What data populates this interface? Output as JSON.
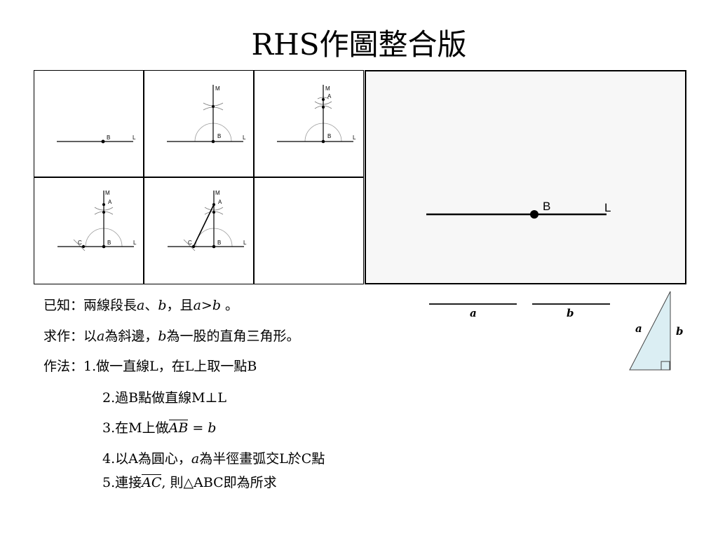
{
  "title": "RHS作圖整合版",
  "steps_diagram": {
    "labels": {
      "B": "B",
      "L": "L",
      "M": "M",
      "A": "A",
      "C": "C"
    }
  },
  "given": {
    "label": "已知：",
    "text1": "兩線段長",
    "a": "a",
    "sep": "、",
    "b": "b",
    "text2": "，且",
    "gt": ">",
    "end": " 。"
  },
  "construct": {
    "label": "求作：",
    "text1": "以",
    "a": "a",
    "text2": "為斜邊，",
    "b": "b",
    "text3": "為一股的直角三角形。"
  },
  "method": {
    "label": "作法：",
    "step1": "1.做一直線L，在L上取一點B",
    "step2": "2.過B點做直線M⊥L",
    "step3_prefix": "3.在M上做",
    "step3_ab": "AB",
    "step3_eq": " = ",
    "step3_b": "b",
    "step4_prefix": "4.以A為圓心，",
    "step4_a": "a",
    "step4_suffix": "為半徑畫弧交L於C點",
    "step5_prefix": "5.連接",
    "step5_ac": "AC",
    "step5_suffix": ", 則△ABC即為所求"
  },
  "segments": {
    "a_label": "a",
    "b_label": "b"
  },
  "triangle": {
    "a_label": "a",
    "b_label": "b",
    "fill": "#dbeef3"
  }
}
